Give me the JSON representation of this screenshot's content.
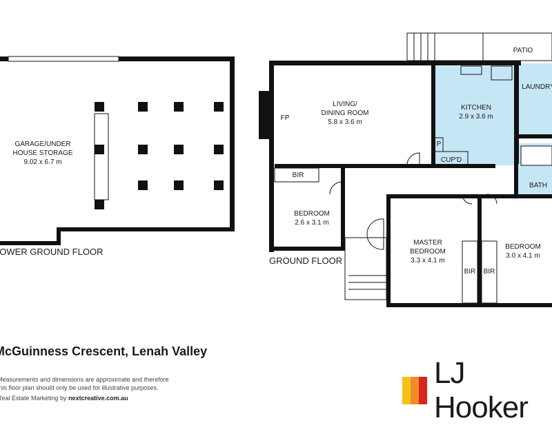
{
  "lower_ground": {
    "floor_label": "LOWER GROUND FLOOR",
    "rooms": [
      {
        "name": "GARAGE/UNDER HOUSE STORAGE",
        "name_line1": "GARAGE/UNDER",
        "name_line2": "HOUSE STORAGE",
        "size": "9.02 x 6.7 m"
      }
    ]
  },
  "ground": {
    "floor_label": "GROUND FLOOR",
    "rooms": {
      "living": {
        "line1": "LIVING/",
        "line2": "DINING ROOM",
        "size": "5.8 x 3.6 m"
      },
      "fp": "FP",
      "kitchen": {
        "name": "KITCHEN",
        "size": "2.9 x 3.6 m"
      },
      "pantry": "P",
      "cupd": "CUP'D",
      "laundry": "LAUNDRY",
      "bath": "BATH",
      "patio": "PATIO",
      "bir1": "BIR",
      "bedroom1": {
        "name": "BEDROOM",
        "size": "2.6 x 3.1 m"
      },
      "master": {
        "line1": "MASTER",
        "line2": "BEDROOM",
        "size": "3.3 x 4.1 m"
      },
      "bir2": "BIR",
      "bir3": "BIR",
      "bedroom2": {
        "name": "BEDROOM",
        "size": "3.0 x 4.1 m"
      }
    }
  },
  "footer": {
    "address": "McGuinness Crescent, Lenah Valley",
    "disclaimer_line1": "Measurements and dimensions are approximate and therefore",
    "disclaimer_line2": "this floor plan should only be used for illustrative purposes.",
    "credit_prefix": "Real Estate Marketing by ",
    "credit_link": "nextcreative.com.au"
  },
  "brand": {
    "name": "LJ Hooker",
    "colors": [
      "#f6c218",
      "#f28c28",
      "#d7261e"
    ]
  },
  "colors": {
    "wet_area": "#c5e6f5",
    "wall": "#111111"
  }
}
